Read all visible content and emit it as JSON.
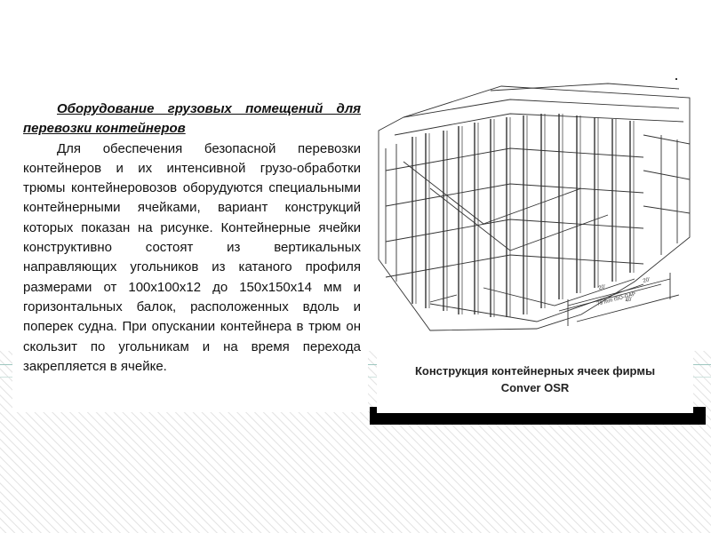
{
  "text": {
    "title": "Оборудование грузовых помещений для перевозки контейнеров",
    "body": "Для обеспечения безопасной перевозки контейнеров и их интенсивной грузо-обработки трюмы контейнеровозов оборудуются специальными контейнерными ячейками, вариант конструкций которых показан на рисунке. Контейнерные ячейки конструктивно состоят из вертикальных направляющих угольников из катаного профиля размерами от 100х100х12 до 150х150х14 мм и горизонтальных балок, расположенных вдоль и поперек судна. При опускании контейнера в трюм он скользит по угольникам и на время перехода закрепляется в ячейке."
  },
  "figure": {
    "caption_line1": "Конструкция контейнерных ячеек фирмы",
    "caption_line2": "Conver OSR",
    "dim_labels": [
      "79 mm ISO-GAP",
      "40'",
      "20'",
      "20'"
    ]
  }
}
